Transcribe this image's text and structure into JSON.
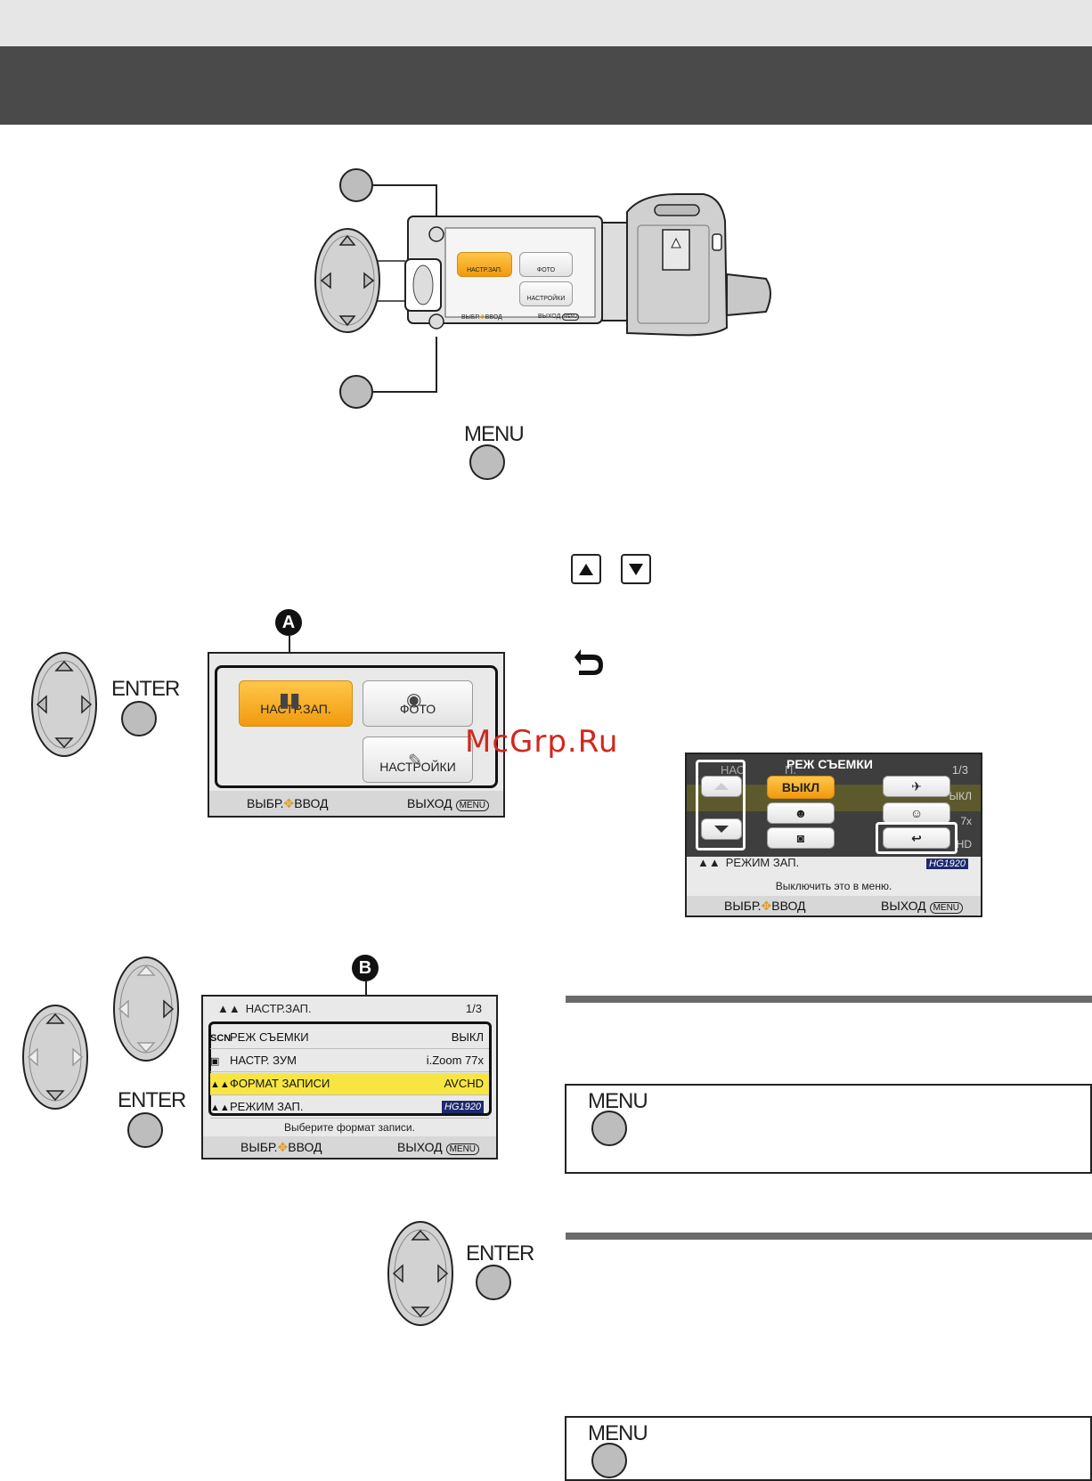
{
  "labels": {
    "menu": "MENU",
    "enter": "ENTER",
    "watermark": "McGrp.Ru",
    "badge_a": "A",
    "badge_b": "B"
  },
  "camera_screen": {
    "tile_record": "НАСТР.ЗАП.",
    "tile_photo": "ФОТО",
    "tile_settings": "НАСТРОЙКИ",
    "footer_left": "ВЫБР.",
    "footer_enter": "ВВОД",
    "footer_right": "ВЫХОД",
    "menu_badge": "MENU"
  },
  "screen_a": {
    "tile_record": "НАСТР.ЗАП.",
    "tile_photo": "ФОТО",
    "tile_settings": "НАСТРОЙКИ",
    "footer_left": "ВЫБР.",
    "footer_enter": "ВВОД",
    "footer_right": "ВЫХОД",
    "menu_badge": "MENU"
  },
  "screen_b": {
    "title": "НАСТР.ЗАП.",
    "page": "1/3",
    "rows": [
      {
        "icon": "SCN",
        "label": "РЕЖ СЪЕМКИ",
        "value": "ВЫКЛ"
      },
      {
        "icon": "▣",
        "label": "НАСТР. ЗУМ",
        "value": "i.Zoom 77x"
      },
      {
        "icon": "▲▲",
        "label": "ФОРМАТ ЗАПИСИ",
        "value": "AVCHD"
      },
      {
        "icon": "▲▲",
        "label": "РЕЖИМ ЗАП.",
        "value": "HG1920"
      }
    ],
    "hint": "Выберите формат записи.",
    "footer_left": "ВЫБР.",
    "footer_enter": "ВВОД",
    "footer_right": "ВЫХОД",
    "menu_badge": "MENU"
  },
  "screen_c": {
    "title": "РЕЖ СЪЕМКИ",
    "page": "1/3",
    "bg_row1": "НАС",
    "bg_row2": "П.",
    "opt_off": "ВЫКЛ",
    "bg_value1": "ЫКЛ",
    "bg_value2": "7x",
    "bg_value3": "HD",
    "mode_label": "РЕЖИМ ЗАП.",
    "mode_value": "HG1920",
    "hint": "Выключить это в меню.",
    "footer_left": "ВЫБР.",
    "footer_enter": "ВВОД",
    "footer_right": "ВЫХОД",
    "menu_badge": "MENU"
  },
  "colors": {
    "header": "#4a4a4a",
    "accent_orange": "#f5a623",
    "highlight_yellow": "#f7e642",
    "watermark_red": "#d1271d"
  }
}
